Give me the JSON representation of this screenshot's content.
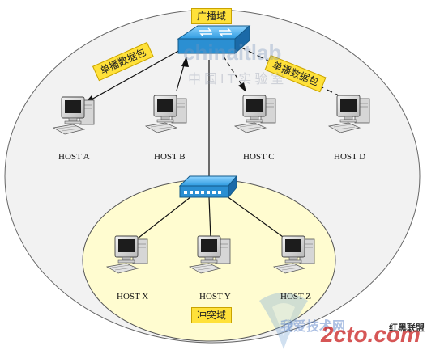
{
  "labels": {
    "broadcast_domain": "广播域",
    "collision_domain": "冲突域",
    "unicast_left": "单播数据包",
    "unicast_right": "单播数据包"
  },
  "hosts": {
    "a": "HOST A",
    "b": "HOST B",
    "c": "HOST C",
    "d": "HOST D",
    "x": "HOST X",
    "y": "HOST Y",
    "z": "HOST Z"
  },
  "watermarks": {
    "chinaitlab": "chinaitlab",
    "chinaitlab_sub": "中国IT实验室",
    "site_2cto": "2cto.com",
    "hongheilianmeng": "红黑联盟",
    "site_cn": "我爱技术网"
  },
  "colors": {
    "outer_ellipse_fill": "#f2f2f2",
    "inner_ellipse_fill": "#fffcd0",
    "label_box": "#ffe13a",
    "device_blue": "#2f9be0"
  }
}
